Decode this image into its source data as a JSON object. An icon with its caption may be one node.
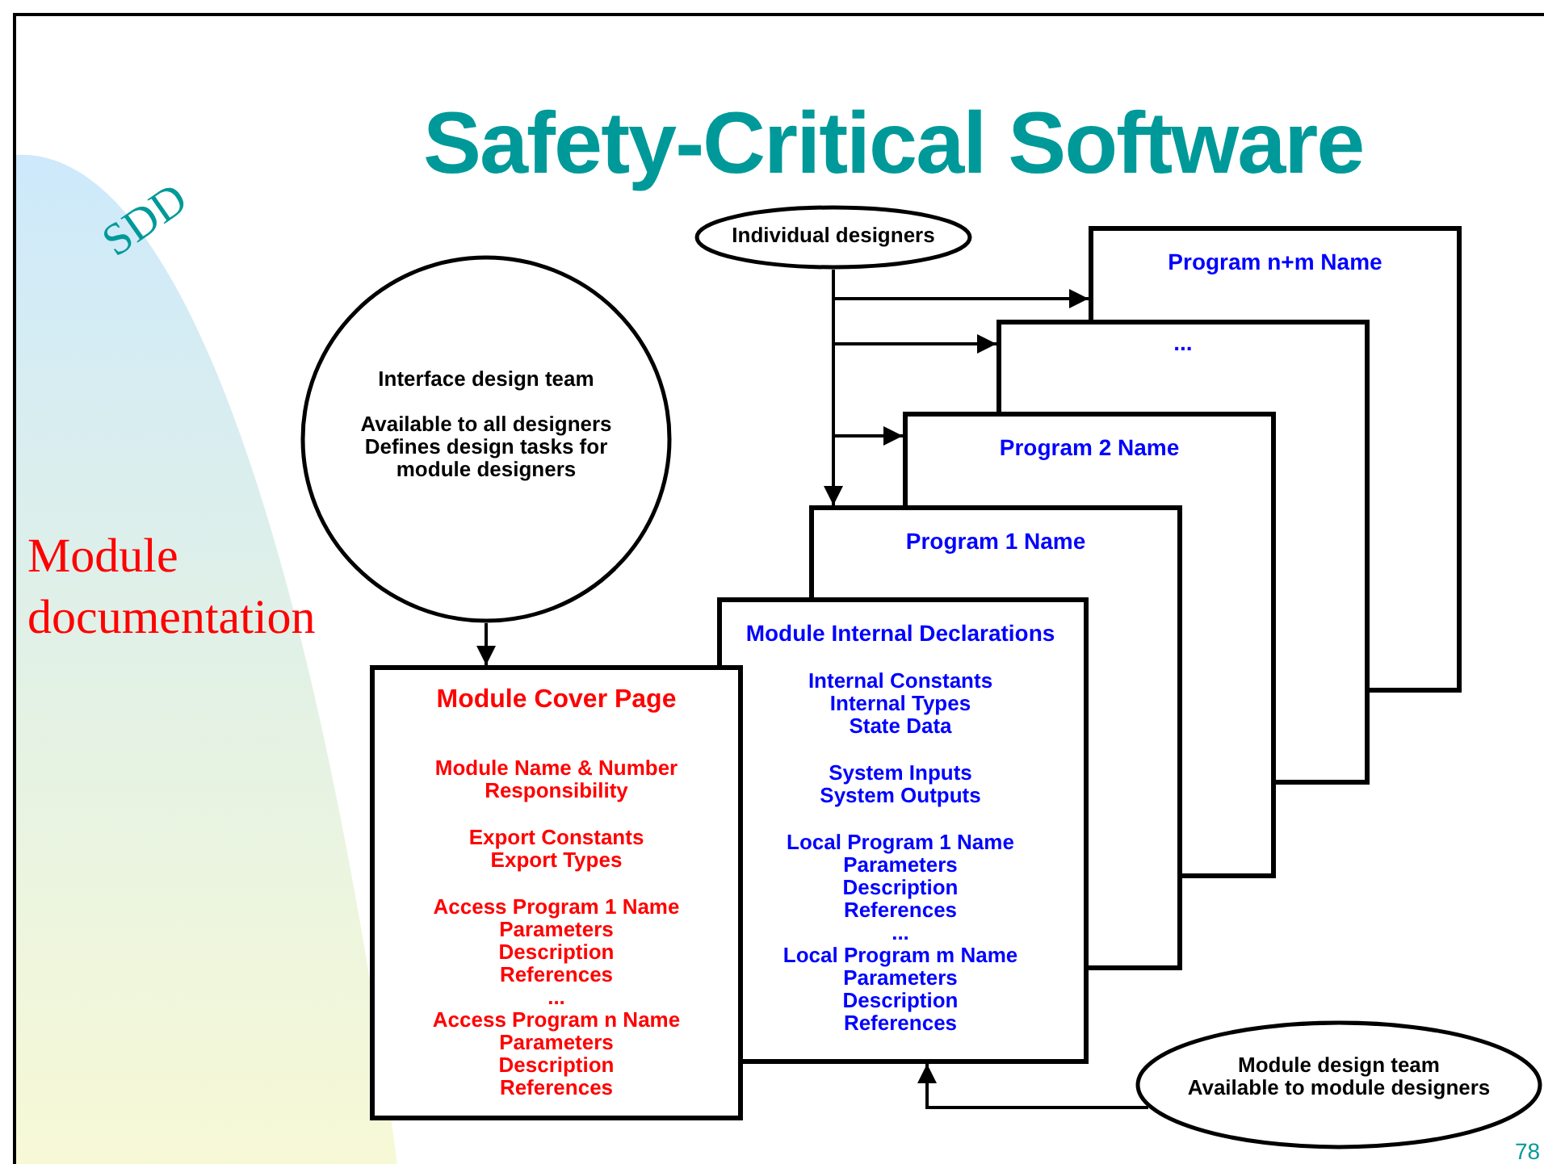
{
  "diagram": {
    "title": "Safety-Critical Software",
    "nodes": [
      {
        "text": [
          "Individual designers"
        ]
      },
      {
        "text": [
          "Interface design team",
          "Available to all designers",
          "Defines design tasks for module designers"
        ]
      },
      {
        "text": [
          "Program n+m Name"
        ]
      },
      {
        "text": [
          "..."
        ]
      },
      {
        "text": [
          "Program 2 Name"
        ]
      },
      {
        "text": [
          "Program 1 Name"
        ]
      },
      {
        "text": [
          "Module Internal Declarations",
          "Internal Constants",
          "Internal Types",
          "State Data",
          "System Inputs",
          "System Outputs",
          "Local Program 1 Name",
          "Parameters",
          "Description",
          "References",
          "...",
          "Local Program m Name",
          "Parameters",
          "Description",
          "References"
        ]
      },
      {
        "text": [
          "Module Cover Page",
          "Module Name & Number",
          "Responsibility",
          "Export Constants",
          "Export Types",
          "Access Program 1 Name",
          "Parameters",
          "Description",
          "References",
          "...",
          "Access Program n Name",
          "Parameters",
          "Description",
          "References"
        ]
      },
      {
        "text": [
          "Module design team",
          "Available to module designers"
        ]
      }
    ],
    "edges": [
      {
        "from": 0,
        "to": 2,
        "arrow": "to"
      },
      {
        "from": 0,
        "to": 3,
        "arrow": "to"
      },
      {
        "from": 0,
        "to": 4,
        "arrow": "to"
      },
      {
        "from": 0,
        "to": 5,
        "arrow": "to"
      },
      {
        "from": 1,
        "to": 7,
        "arrow": "to"
      },
      {
        "from": 8,
        "to": 6,
        "arrow": "to"
      }
    ],
    "labels": [
      "SDD",
      "Module documentation",
      "78"
    ]
  }
}
